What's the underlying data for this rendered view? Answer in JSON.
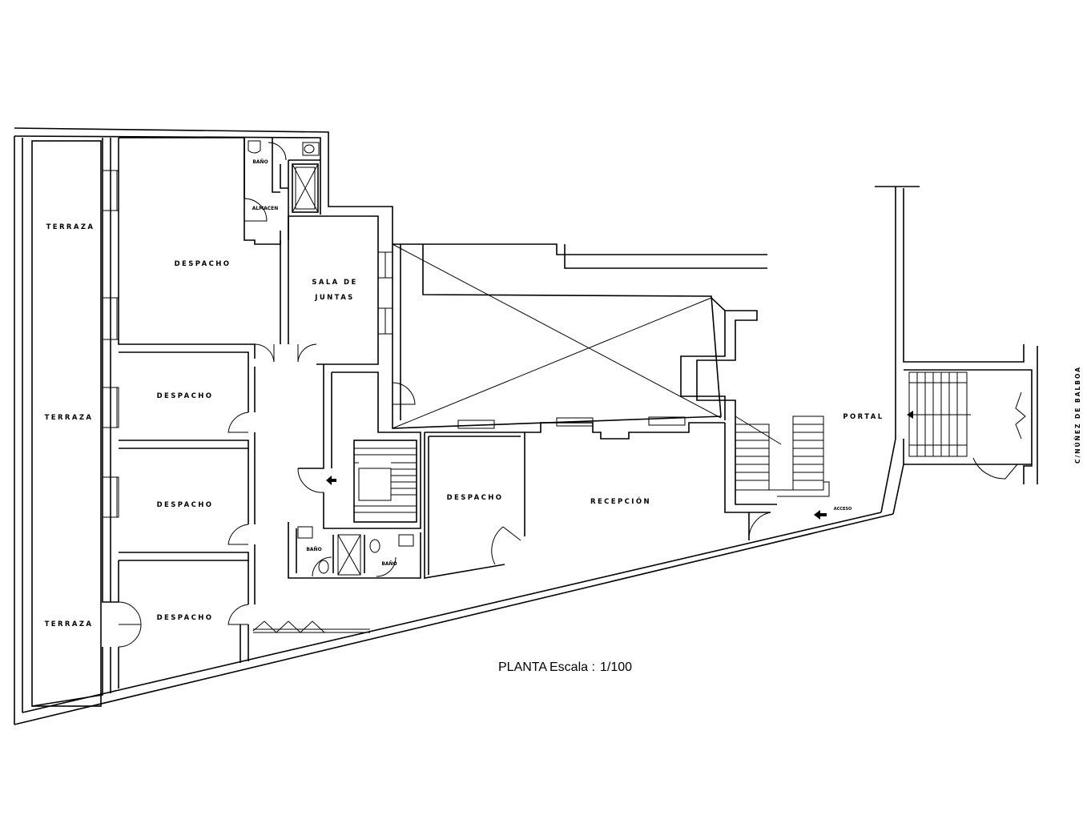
{
  "plan": {
    "rooms": {
      "terraza_top": "TERRAZA",
      "terraza_mid": "TERRAZA",
      "terraza_bottom": "TERRAZA",
      "despacho_1": "DESPACHO",
      "despacho_2": "DESPACHO",
      "despacho_3": "DESPACHO",
      "despacho_4": "DESPACHO",
      "despacho_5": "DESPACHO",
      "bano_top": "BAÑO",
      "almacen": "ALMACEN",
      "sala_juntas_1": "SALA DE",
      "sala_juntas_2": "JUNTAS",
      "bano_left": "BAÑO",
      "bano_right": "BAÑO",
      "recepcion": "RECEPCIÓN",
      "portal": "PORTAL",
      "acceso": "ACCESO"
    },
    "street": "C/NÚÑEZ DE BALBOA",
    "caption": {
      "title": "PLANTA",
      "scale_label": "Escala :",
      "scale_value": "1/100"
    }
  }
}
